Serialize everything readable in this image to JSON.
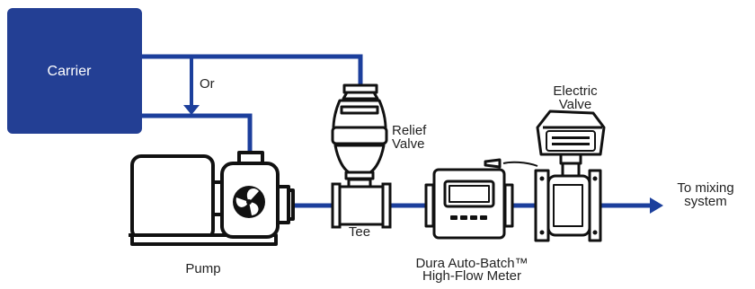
{
  "colors": {
    "pipe": "#1c3f9c",
    "carrier_fill": "#233f94",
    "equipment_stroke": "#111111",
    "background": "#ffffff"
  },
  "labels": {
    "carrier": "Carrier",
    "or": "Or",
    "relief_valve": [
      "Relief",
      "Valve"
    ],
    "electric_valve": [
      "Electric",
      "Valve"
    ],
    "tee": "Tee",
    "pump": "Pump",
    "meter": [
      "Dura Auto-Batch™",
      "High-Flow Meter"
    ],
    "to_mixing": [
      "To mixing",
      "system"
    ]
  },
  "icons": [
    "fan-icon",
    "arrow-down-icon",
    "arrow-right-icon"
  ]
}
